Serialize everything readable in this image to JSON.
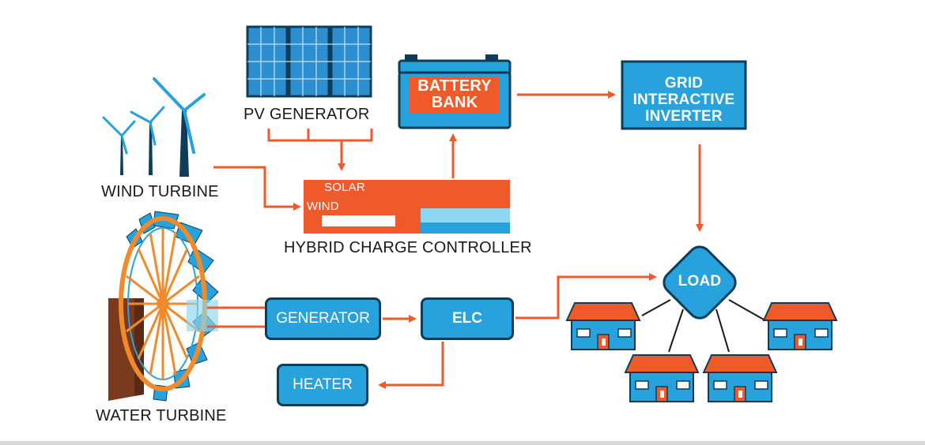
{
  "labels": {
    "pv_generator": "PV GENERATOR",
    "wind_turbine": "WIND TURBINE",
    "water_turbine": "WATER TURBINE",
    "battery_bank_line1": "BATTERY",
    "battery_bank_line2": "BANK",
    "grid_inverter_line1": "GRID",
    "grid_inverter_line2": "INTERACTIVE",
    "grid_inverter_line3": "INVERTER",
    "controller_solar": "SOLAR",
    "controller_wind": "WIND",
    "hybrid_controller": "HYBRID CHARGE CONTROLLER",
    "generator": "GENERATOR",
    "elc": "ELC",
    "heater": "HEATER",
    "load": "LOAD"
  },
  "colors": {
    "accent_orange": "#f05a2a",
    "blue": "#27a2dc",
    "dark_navy": "#0e3d59",
    "light_blue": "#8fd6f0",
    "brown": "#7a3a1e",
    "wheel_orange": "#f08a2a"
  }
}
